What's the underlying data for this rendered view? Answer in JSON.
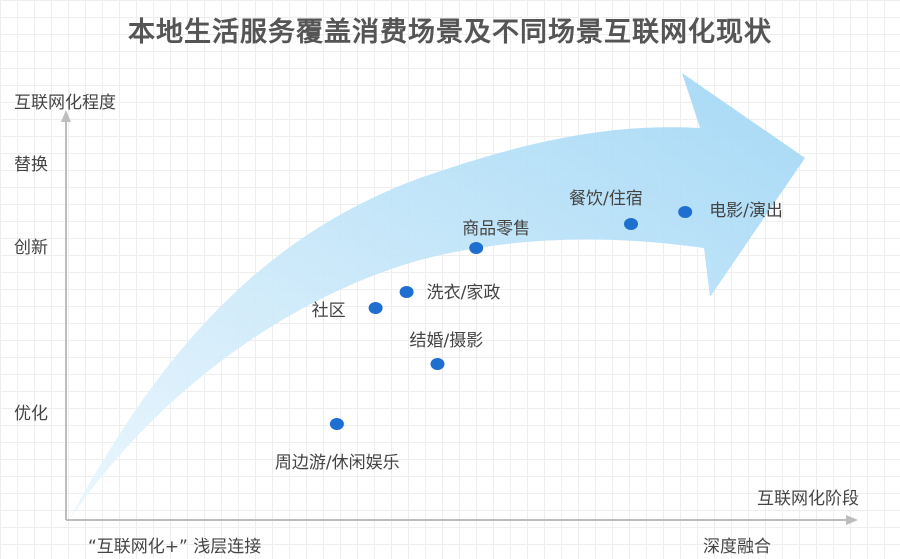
{
  "chart_data": {
    "type": "scatter",
    "title": "本地生活服务覆盖消费场景及不同场景互联网化现状",
    "ylabel": "互联网化程度",
    "xlabel": "互联网化阶段",
    "y_levels": [
      "优化",
      "创新",
      "替换"
    ],
    "x_levels": [
      "“互联网化+” 浅层连接",
      "深度融合"
    ],
    "xlim": [
      0,
      10
    ],
    "ylim": [
      0,
      10
    ],
    "points": [
      {
        "label": "周边游/休闲娱乐",
        "x": 3.5,
        "y": 2.4
      },
      {
        "label": "结婚/摄影",
        "x": 4.8,
        "y": 3.9
      },
      {
        "label": "社区",
        "x": 4.0,
        "y": 5.3
      },
      {
        "label": "洗衣/家政",
        "x": 4.4,
        "y": 5.7
      },
      {
        "label": "商品零售",
        "x": 5.3,
        "y": 6.8
      },
      {
        "label": "餐饮/住宿",
        "x": 7.3,
        "y": 7.4
      },
      {
        "label": "电影/演出",
        "x": 8.0,
        "y": 7.7
      }
    ],
    "colors": {
      "point": "#1f6fd1",
      "arrow_start": "#eaf6fd",
      "arrow_end": "#9fd6f5",
      "axis": "#bdbdbd"
    }
  }
}
